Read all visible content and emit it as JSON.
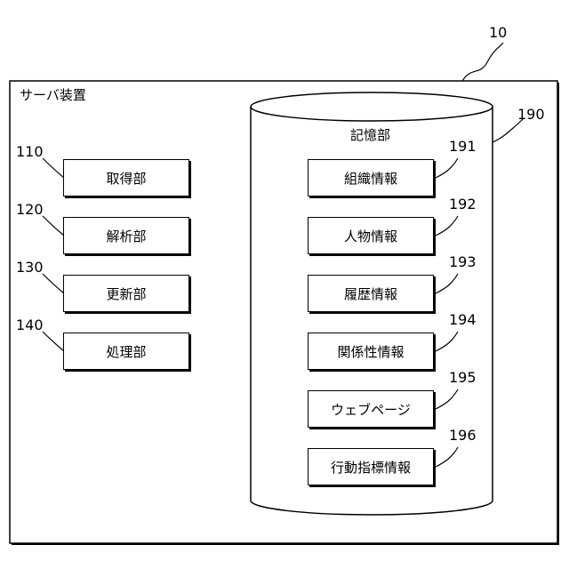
{
  "diagram": {
    "figure_ref": "10",
    "server_label": "サーバ装置",
    "storage": {
      "label": "記憶部",
      "ref": "190"
    },
    "left_units": [
      {
        "ref": "110",
        "label": "取得部"
      },
      {
        "ref": "120",
        "label": "解析部"
      },
      {
        "ref": "130",
        "label": "更新部"
      },
      {
        "ref": "140",
        "label": "処理部"
      }
    ],
    "storage_items": [
      {
        "ref": "191",
        "label": "組織情報"
      },
      {
        "ref": "192",
        "label": "人物情報"
      },
      {
        "ref": "193",
        "label": "履歴情報"
      },
      {
        "ref": "194",
        "label": "関係性情報"
      },
      {
        "ref": "195",
        "label": "ウェブページ"
      },
      {
        "ref": "196",
        "label": "行動指標情報"
      }
    ]
  }
}
